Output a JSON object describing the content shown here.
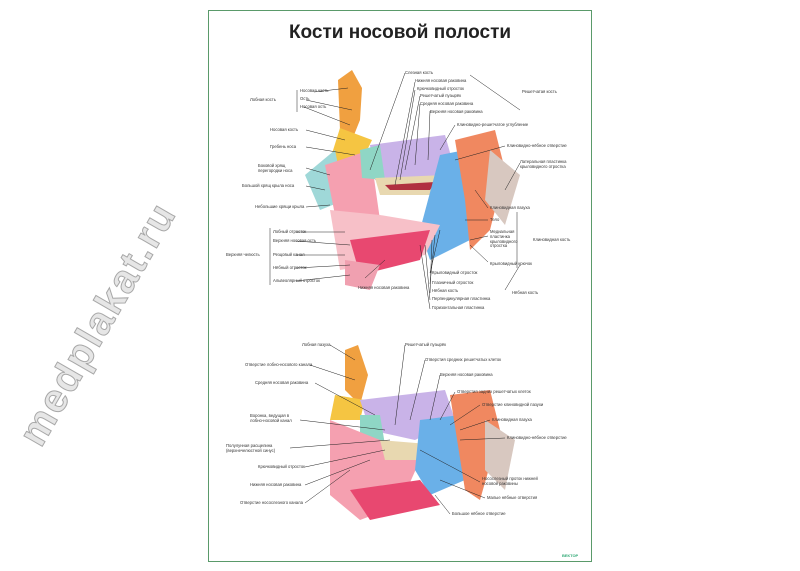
{
  "title": "Кости носовой полости",
  "watermark": "medplakat.ru",
  "logo": "ВЕКТОР",
  "top_labels": {
    "frontal_group": "Лобная кость",
    "frontal_nasal_part": "Носовая часть",
    "frontal_spine": "Ость",
    "nasal_spine": "Носовая ость",
    "nasal_bone": "Носовая кость",
    "nasal_crest": "Гребень носа",
    "lateral_cartilage": "Боковой хрящ перегородки носа",
    "alar_cartilage": "Большой хрящ крыла носа",
    "minor_cartilage": "Небольшие хрящи крыла",
    "maxilla_group": "Верхняя челюсть",
    "frontal_process": "Лобный отросток",
    "upper_nasal": "Верхняя носовая ость",
    "incisive_canal": "Резцовый канал",
    "palatine_process": "Нёбный отросток",
    "alveolar_process": "Альвеолярный отросток",
    "inferior_concha_bottom": "Нижняя носовая раковина",
    "lacrimal": "Слезная кость",
    "inferior_concha": "Нижняя носовая раковина",
    "uncinate": "Крючковидный отросток",
    "ethmoid_bulla": "Решетчатый пузырёк",
    "middle_concha": "Средняя носовая раковина",
    "superior_concha": "Верхняя носовая раковина",
    "ethmoid_bone": "Решетчатая кость",
    "spheno_ethmoid": "Клиновидно-решетчатое углубление",
    "sphenopalatine": "Клиновидно-нёбное отверстие",
    "lateral_plate": "Латеральная пластинка крыловидного отростка",
    "sphenoid_sinus": "Клиновидная пазуха",
    "body": "Тело",
    "medial_plate": "Медиальная пластинка крыловидного отростка",
    "hamulus": "Крыловидный крючок",
    "sphenoid_bone": "Клиновидная кость",
    "palatine_bone_r": "Нёбная кость",
    "pterygoid_process": "Крыловидный отросток",
    "orbital_process": "Глазничный отросток",
    "palatine_bone": "Нёбная кость",
    "perpendicular_plate": "Перпендикулярная пластинка",
    "horizontal_plate": "Горизонтальная пластинка"
  },
  "bottom_labels": {
    "frontal_sinus": "Лобная пазуха",
    "frontonasal_opening": "Отверстие лобно-носового канала",
    "middle_concha": "Средняя носовая раковина",
    "infundibulum": "Воронка, ведущая в лобно-носовой канал",
    "semilunar_hiatus": "Полулунная расщелина (верхнечелюстной синус)",
    "uncinate": "Крючковидный отросток",
    "inferior_concha": "Нижняя носовая раковина",
    "nasolacrimal_opening": "Отверстие носослезного канала",
    "ethmoid_bulla": "Решетчатый пузырёк",
    "middle_cells": "Отверстия средних решетчатых клеток",
    "superior_concha": "Верхняя носовая раковина",
    "posterior_cells": "Отверстия задних решетчатых клеток",
    "sphenoid_opening": "Отверстие клиновидной пазухи",
    "sphenoid_sinus": "Клиновидная пазуха",
    "sphenopalatine": "Клиновидно-нёбное отверстие",
    "nasolacrimal_duct": "Носослезный проток нижней носовой раковины",
    "lesser_palatine": "Малые нёбные отверстия",
    "greater_palatine": "Большое нёбное отверстие"
  }
}
